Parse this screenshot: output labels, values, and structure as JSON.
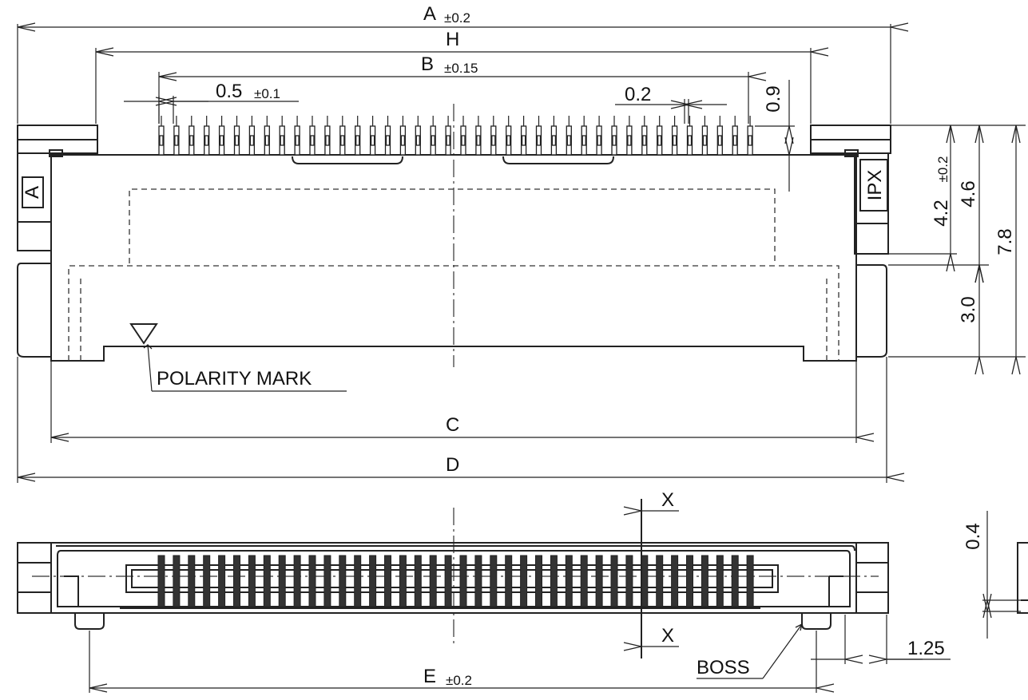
{
  "views": {
    "top": {
      "dims": {
        "A": {
          "label": "A",
          "tol": "±0.2"
        },
        "H": {
          "label": "H",
          "tol": ""
        },
        "B": {
          "label": "B",
          "tol": "±0.15"
        },
        "pitch": {
          "label": "0.5",
          "tol": "±0.1"
        },
        "pin_w": {
          "label": "0.2"
        },
        "pin_len": {
          "label": "0.9"
        },
        "h42": {
          "label": "4.2",
          "tol": "±0.2"
        },
        "h46": {
          "label": "4.6"
        },
        "h78": {
          "label": "7.8"
        },
        "h30": {
          "label": "3.0"
        },
        "C": {
          "label": "C"
        },
        "D": {
          "label": "D"
        }
      },
      "marks": {
        "left_box": "A",
        "right_box": "IPX",
        "polarity": "POLARITY MARK"
      }
    },
    "front": {
      "dims": {
        "E": {
          "label": "E",
          "tol": "±0.2"
        },
        "h04": {
          "label": "0.4"
        },
        "w125": {
          "label": "1.25"
        }
      },
      "marks": {
        "section_top": "X",
        "section_bottom": "X",
        "boss": "BOSS"
      }
    }
  }
}
